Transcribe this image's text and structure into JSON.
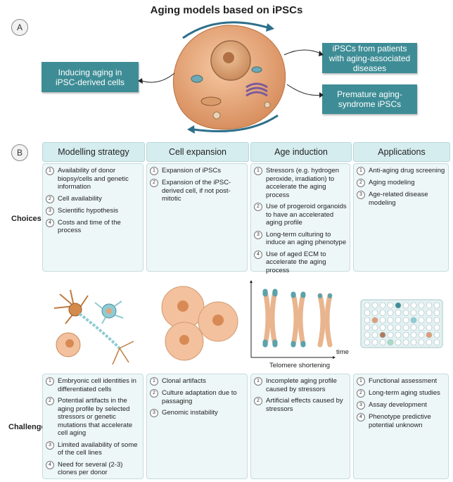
{
  "title": "Aging models based on iPSCs",
  "section_a": {
    "label": "A",
    "left_box": "Inducing aging in\niPSC-derived cells",
    "right_box_1": "iPSCs from patients\nwith aging-associated\ndiseases",
    "right_box_2": "Premature aging-\nsyndrome iPSCs"
  },
  "section_b": {
    "label": "B",
    "row_labels": {
      "choices": "Choices",
      "challenges": "Challenges"
    },
    "columns": [
      {
        "header": "Modelling strategy",
        "choices": [
          "Availability of donor biopsy/cells and genetic information",
          "Cell availability",
          "Scientific hypothesis",
          "Costs and time of the process"
        ],
        "challenges": [
          "Embryonic cell identities in differentiated cells",
          "Potential artifacts in the aging profile by selected stressors or genetic mutations that accelerate cell aging",
          "Limited availability of some of the cell lines",
          "Need for several (2-3) clones per donor"
        ]
      },
      {
        "header": "Cell expansion",
        "choices": [
          "Expansion of iPSCs",
          "Expansion of the iPSC-derived cell, if not post-mitotic"
        ],
        "challenges": [
          "Clonal artifacts",
          "Culture adaptation due to passaging",
          "Genomic instability"
        ]
      },
      {
        "header": "Age induction",
        "choices": [
          "Stressors (e.g. hydrogen peroxide, irradiation) to accelerate the aging process",
          "Use of progeroid organoids to have an accelerated aging profile",
          "Long-term culturing to induce an aging phenotype",
          "Use of aged ECM to accelerate the aging process"
        ],
        "challenges": [
          "Incomplete aging profile caused by stressors",
          "Artificial effects caused by stressors"
        ]
      },
      {
        "header": "Applications",
        "choices": [
          "Anti-aging drug screening",
          "Aging modeling",
          "Age-related disease modeling"
        ],
        "challenges": [
          "Functional assessment",
          "Long-term aging studies",
          "Assay development",
          "Phenotype predictive potential unknown"
        ]
      }
    ],
    "telomere": {
      "axis_label": "time",
      "caption": "Telomere shortening"
    }
  },
  "colors": {
    "teal": "#3e8d96",
    "header_bg": "#d6edef",
    "panel_bg": "#eef7f8",
    "cell": "#f2b98f"
  }
}
